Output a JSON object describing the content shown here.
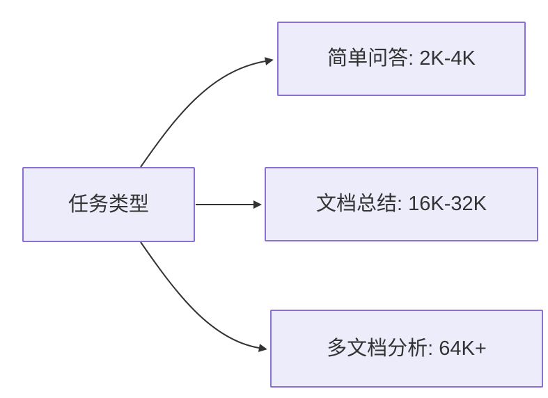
{
  "diagram": {
    "type": "flowchart-left-to-right",
    "root": {
      "label": "任务类型"
    },
    "branches": [
      {
        "label": "简单问答: 2K-4K"
      },
      {
        "label": "文档总结: 16K-32K"
      },
      {
        "label": "多文档分析: 64K+"
      }
    ],
    "edges": [
      {
        "from": "任务类型",
        "to": "简单问答: 2K-4K"
      },
      {
        "from": "任务类型",
        "to": "文档总结: 16K-32K"
      },
      {
        "from": "任务类型",
        "to": "多文档分析: 64K+"
      }
    ],
    "colors": {
      "node_fill": "#ECECFB",
      "node_border": "#8A70D4",
      "edge": "#333333",
      "text": "#333333",
      "background": "#FFFFFF"
    }
  }
}
